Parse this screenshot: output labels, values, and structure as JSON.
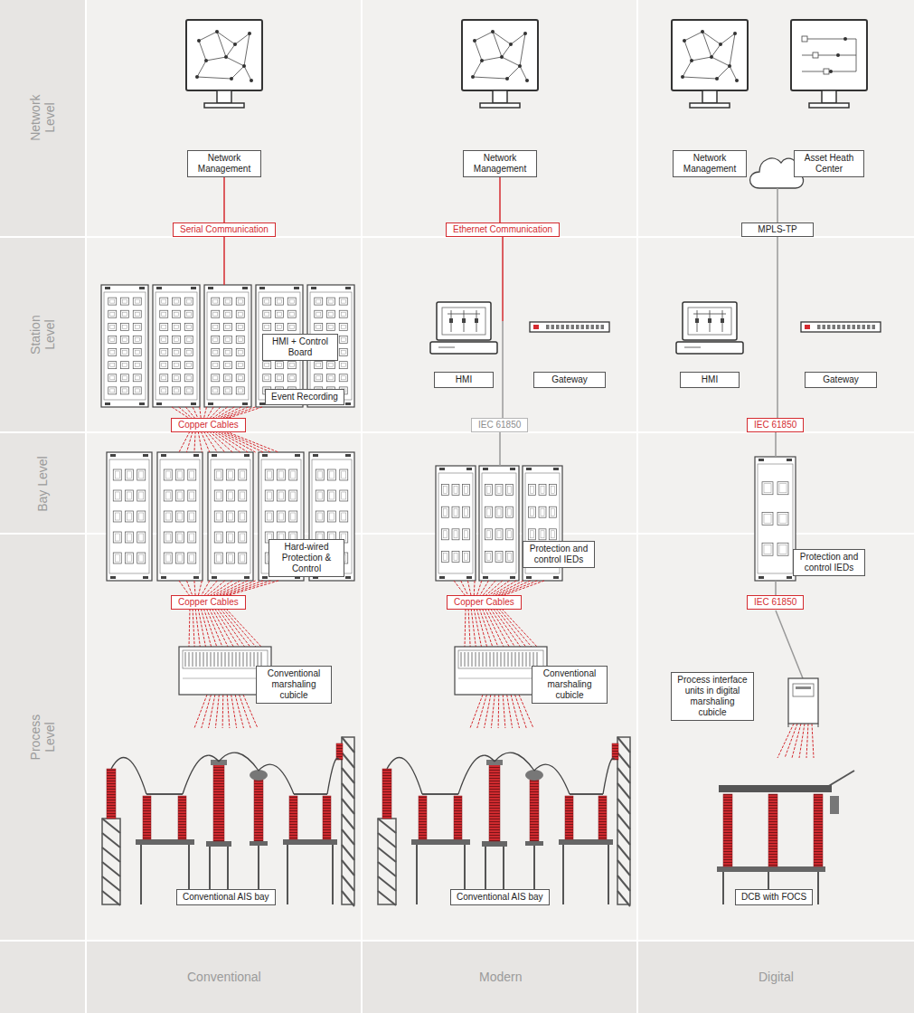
{
  "diagram": {
    "nodes": [
      {
        "text": [
          "Network Management"
        ]
      },
      {
        "text": [
          "Serial Communication"
        ]
      },
      {
        "text": [
          "HMI + Control Board"
        ]
      },
      {
        "text": [
          "Event Recording"
        ]
      },
      {
        "text": [
          "Copper Cables"
        ]
      },
      {
        "text": [
          "Hard-wired Protection & Control"
        ]
      },
      {
        "text": [
          "Copper Cables"
        ]
      },
      {
        "text": [
          "Conventional marshaling cubicle"
        ]
      },
      {
        "text": [
          "Conventional AIS bay"
        ]
      },
      {
        "text": [
          "Network Management"
        ]
      },
      {
        "text": [
          "Ethernet Communication"
        ]
      },
      {
        "text": [
          "HMI"
        ]
      },
      {
        "text": [
          "Gateway"
        ]
      },
      {
        "text": [
          "IEC 61850"
        ]
      },
      {
        "text": [
          "Protection and control IEDs"
        ]
      },
      {
        "text": [
          "Copper Cables"
        ]
      },
      {
        "text": [
          "Conventional marshaling cubicle"
        ]
      },
      {
        "text": [
          "Conventional AIS bay"
        ]
      },
      {
        "text": [
          "Network Management"
        ]
      },
      {
        "text": [
          "Asset Heath Center"
        ]
      },
      {
        "text": [
          "MPLS-TP"
        ]
      },
      {
        "text": [
          "HMI"
        ]
      },
      {
        "text": [
          "Gateway"
        ]
      },
      {
        "text": [
          "IEC 61850"
        ]
      },
      {
        "text": [
          "Protection and control IEDs"
        ]
      },
      {
        "text": [
          "IEC 61850"
        ]
      },
      {
        "text": [
          "Process interface units in digital marshaling cubicle"
        ]
      },
      {
        "text": [
          "DCB with FOCS"
        ]
      }
    ],
    "edges": [
      {
        "from": 0,
        "to": 1,
        "arrow": "none"
      },
      {
        "from": 9,
        "to": 10,
        "arrow": "none"
      },
      {
        "from": 10,
        "to": 13,
        "arrow": "none"
      },
      {
        "from": 20,
        "to": 23,
        "arrow": "none"
      }
    ],
    "labels": [
      "Network Level",
      "Station Level",
      "Bay Level",
      "Process Level",
      "Conventional",
      "Modern",
      "Digital"
    ]
  }
}
